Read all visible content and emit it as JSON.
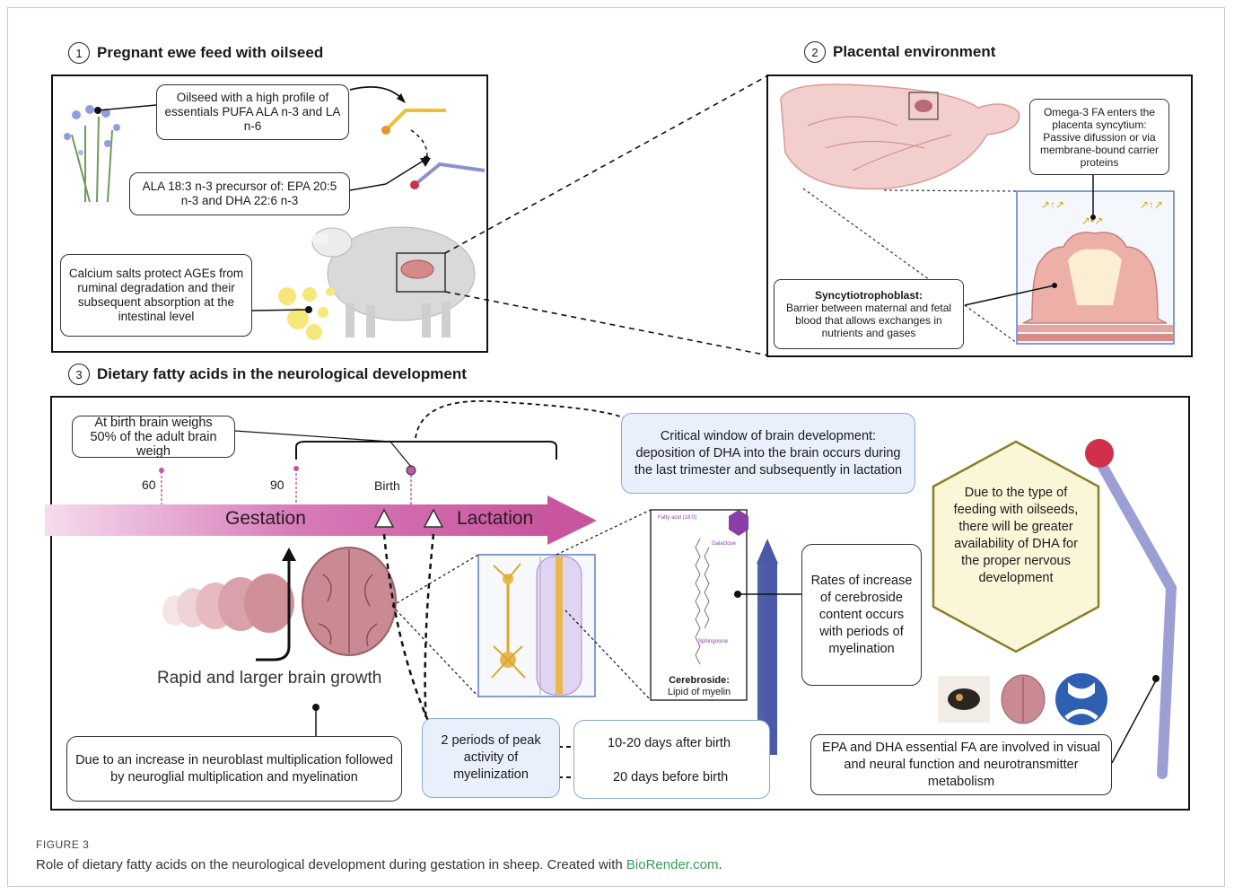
{
  "sections": {
    "s1": {
      "num": "1",
      "title": "Pregnant ewe feed with oilseed"
    },
    "s2": {
      "num": "2",
      "title": "Placental environment"
    },
    "s3": {
      "num": "3",
      "title": "Dietary fatty acids in the neurological development"
    }
  },
  "panel1": {
    "oilseed_box": "Oilseed with a high profile of essentials PUFA ALA n-3 and LA n-6",
    "ala_box": "ALA 18:3 n-3 precursor of: EPA 20:5 n-3 and DHA 22:6 n-3",
    "calcium_box": "Calcium salts protect AGEs from ruminal degradation and their subsequent absorption at the intestinal level"
  },
  "panel2": {
    "omega_box": "Omega-3 FA enters the placenta syncytium: Passive difussion or via membrane-bound carrier proteins",
    "syncytio_title": "Syncytiotrophoblast:",
    "syncytio_text": "Barrier between maternal and fetal blood that allows exchanges in nutrients and gases"
  },
  "panel3": {
    "birth_box": "At birth brain weighs 50% of the adult brain weigh",
    "tick_60": "60",
    "tick_90": "90",
    "tick_birth": "Birth",
    "gestation": "Gestation",
    "lactation": "Lactation",
    "critical_box": "Critical window of brain development: deposition of DHA into the brain occurs during the last trimester and subsequently in lactation",
    "hex_text": "Due to the type of feeding with oilseeds, there will be greater availability of DHA for the proper nervous development",
    "cerebroside_title": "Cerebroside:",
    "cerebroside_sub": "Lipid of myelin",
    "cerebroside_galactose": "Galactose",
    "cerebroside_sphingosine": "Sphingosine",
    "cerebroside_fatty": "Fatty acid (18:0)",
    "rates_box": "Rates of increase of cerebroside content occurs with periods of myelination",
    "rapid_growth": "Rapid and larger brain growth",
    "neuroblast_box": "Due to an increase in neuroblast multiplication followed by neuroglial multiplication and myelination",
    "peak_box": "2 periods of peak activity of myelinization",
    "after_birth": "10-20 days after birth",
    "before_birth": "20 days before birth",
    "epa_box": "EPA and DHA essential FA are involved in visual and neural function and neurotransmitter metabolism"
  },
  "caption": {
    "label": "FIGURE 3",
    "text": "Role of dietary fatty acids on the neurological development during gestation in sheep. Created with ",
    "link": "BioRender.com",
    "end": "."
  },
  "colors": {
    "gestation_arrow": "#c8609f",
    "blue_box": "#e9f0fb",
    "hexagon": "#fbf6d8",
    "hexagon_border": "#8a7f2a",
    "dha_chain": "#9b9fd4",
    "dha_head": "#d0304a",
    "brain": "#c98a94"
  }
}
